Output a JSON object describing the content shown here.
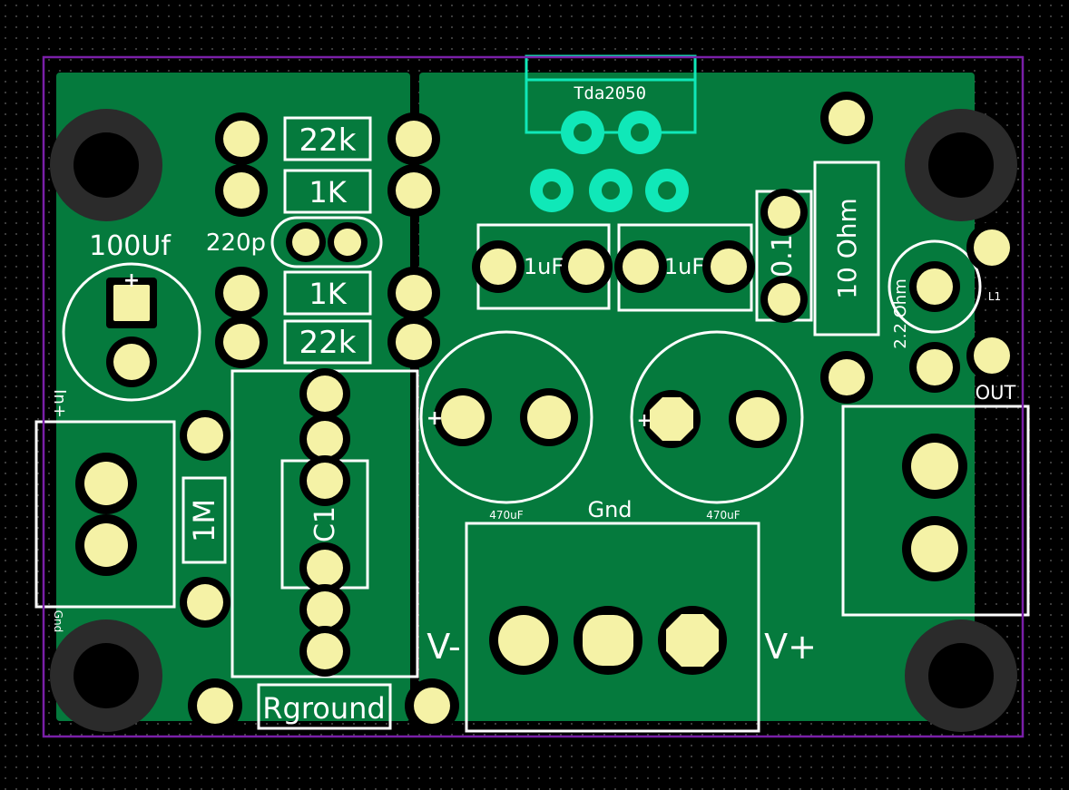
{
  "colors": {
    "copper": "#057a3d",
    "pad": "#f5f2a6",
    "silk": "#ffffff",
    "ic": "#10e8b8",
    "outline": "#7a1fa8",
    "hole_ring": "#2b2b2b"
  },
  "labels": {
    "ic": "Tda2050",
    "r_22k_top": "22k",
    "r_1k_top": "1K",
    "c_220p": "220p",
    "r_1k_bottom": "1K",
    "r_22k_bottom": "22k",
    "c_1uf_left": "1uF",
    "c_1uf_right": "1uF",
    "c_0_1": "0.1",
    "r_10ohm": "10 Ohm",
    "l_2_2ohm": "2.2 Ohm",
    "l1": "L1",
    "out": "OUT",
    "c_100uf": "100Uf",
    "in_plus": "In+",
    "gnd_small": "Gnd",
    "r_1m": "1M",
    "c1": "C1",
    "c_470uf_left": "470uF",
    "c_470uf_right": "470uF",
    "gnd": "Gnd",
    "v_minus": "V-",
    "v_plus": "V+",
    "rground": "Rground"
  }
}
